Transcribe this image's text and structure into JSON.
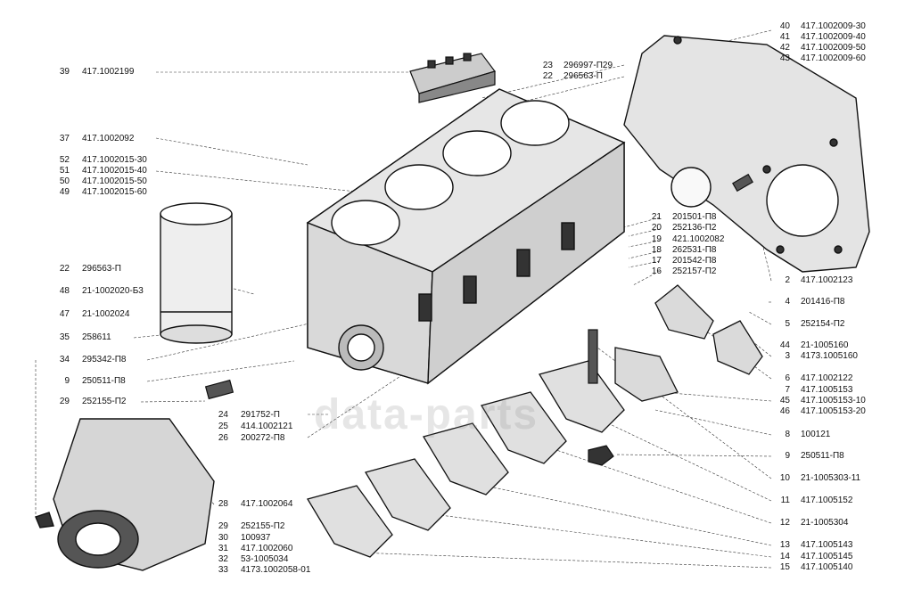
{
  "watermark": "data-parts",
  "labels_left": [
    {
      "num": "39",
      "code": "417.1002199"
    },
    {
      "num": "37",
      "code": "417.1002092"
    },
    {
      "num": "52",
      "code": "417.1002015-30"
    },
    {
      "num": "51",
      "code": "417.1002015-40"
    },
    {
      "num": "50",
      "code": "417.1002015-50"
    },
    {
      "num": "49",
      "code": "417.1002015-60"
    },
    {
      "num": "22",
      "code": "296563-П"
    },
    {
      "num": "48",
      "code": "21-1002020-Б3"
    },
    {
      "num": "47",
      "code": "21-1002024"
    },
    {
      "num": "35",
      "code": "258611"
    },
    {
      "num": "34",
      "code": "295342-П8"
    },
    {
      "num": "9",
      "code": "250511-П8"
    },
    {
      "num": "29",
      "code": "252155-П2"
    }
  ],
  "labels_center_bottom": [
    {
      "num": "24",
      "code": "291752-П"
    },
    {
      "num": "25",
      "code": "414.1002121"
    },
    {
      "num": "26",
      "code": "200272-П8"
    },
    {
      "num": "28",
      "code": "417.1002064"
    },
    {
      "num": "29",
      "code": "252155-П2"
    },
    {
      "num": "30",
      "code": "100937"
    },
    {
      "num": "31",
      "code": "417.1002060"
    },
    {
      "num": "32",
      "code": "53-1005034"
    },
    {
      "num": "33",
      "code": "4173.1002058-01"
    }
  ],
  "labels_top_mid": [
    {
      "num": "23",
      "code": "296997-П29"
    },
    {
      "num": "22",
      "code": "296563-П"
    }
  ],
  "labels_mid": [
    {
      "num": "21",
      "code": "201501-П8"
    },
    {
      "num": "20",
      "code": "252136-П2"
    },
    {
      "num": "19",
      "code": "421.1002082"
    },
    {
      "num": "18",
      "code": "262531-П8"
    },
    {
      "num": "17",
      "code": "201542-П8"
    },
    {
      "num": "16",
      "code": "252157-П2"
    }
  ],
  "labels_right": [
    {
      "num": "40",
      "code": "417.1002009-30"
    },
    {
      "num": "41",
      "code": "417.1002009-40"
    },
    {
      "num": "42",
      "code": "417.1002009-50"
    },
    {
      "num": "43",
      "code": "417.1002009-60"
    },
    {
      "num": "2",
      "code": "417.1002123"
    },
    {
      "num": "4",
      "code": "201416-П8"
    },
    {
      "num": "5",
      "code": "252154-П2"
    },
    {
      "num": "44",
      "code": "21-1005160"
    },
    {
      "num": "3",
      "code": "4173.1005160"
    },
    {
      "num": "6",
      "code": "417.1002122"
    },
    {
      "num": "7",
      "code": "417.1005153"
    },
    {
      "num": "45",
      "code": "417.1005153-10"
    },
    {
      "num": "46",
      "code": "417.1005153-20"
    },
    {
      "num": "8",
      "code": "100121"
    },
    {
      "num": "9",
      "code": "250511-П8"
    },
    {
      "num": "10",
      "code": "21-1005303-11"
    },
    {
      "num": "11",
      "code": "417.1005152"
    },
    {
      "num": "12",
      "code": "21-1005304"
    },
    {
      "num": "13",
      "code": "417.1005143"
    },
    {
      "num": "14",
      "code": "417.1005145"
    },
    {
      "num": "15",
      "code": "417.1005140"
    }
  ]
}
